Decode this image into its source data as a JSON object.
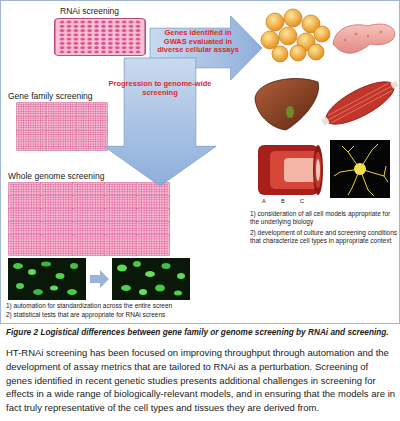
{
  "diagram": {
    "caption": "Figure 2 Logistical differences between gene family or genome screening by RNAi and screening.",
    "nodes": [
      {
        "text": [
          "Genes identified in GWAS evaluated in diverse cellular assays"
        ]
      },
      {
        "text": [
          "Progression to genome-wide screening"
        ]
      }
    ],
    "labels": [
      "RNAi screening",
      "Gene family screening",
      "Whole genome screening",
      "1) automation for standardization across the entire screen",
      "2) statistical tests that are appropriate for RNAi screens",
      "A",
      "B",
      "C",
      "1) consideration of all cell models appropriate for the underlying biology",
      "2) development of culture and screening conditions that characterize cell types in appropriate context",
      "HT-RNAi screening has been focused on improving throughput through automation and the development of assay metrics that are tailored to RNAi as a perturbation. Screening of genes identified in recent genetic studies presents additional challenges in screening for effects in a wide range of biologically-relevant models, and in ensuring that the models are in fact truly representative of the cell types and tissues they are derived from."
    ]
  }
}
